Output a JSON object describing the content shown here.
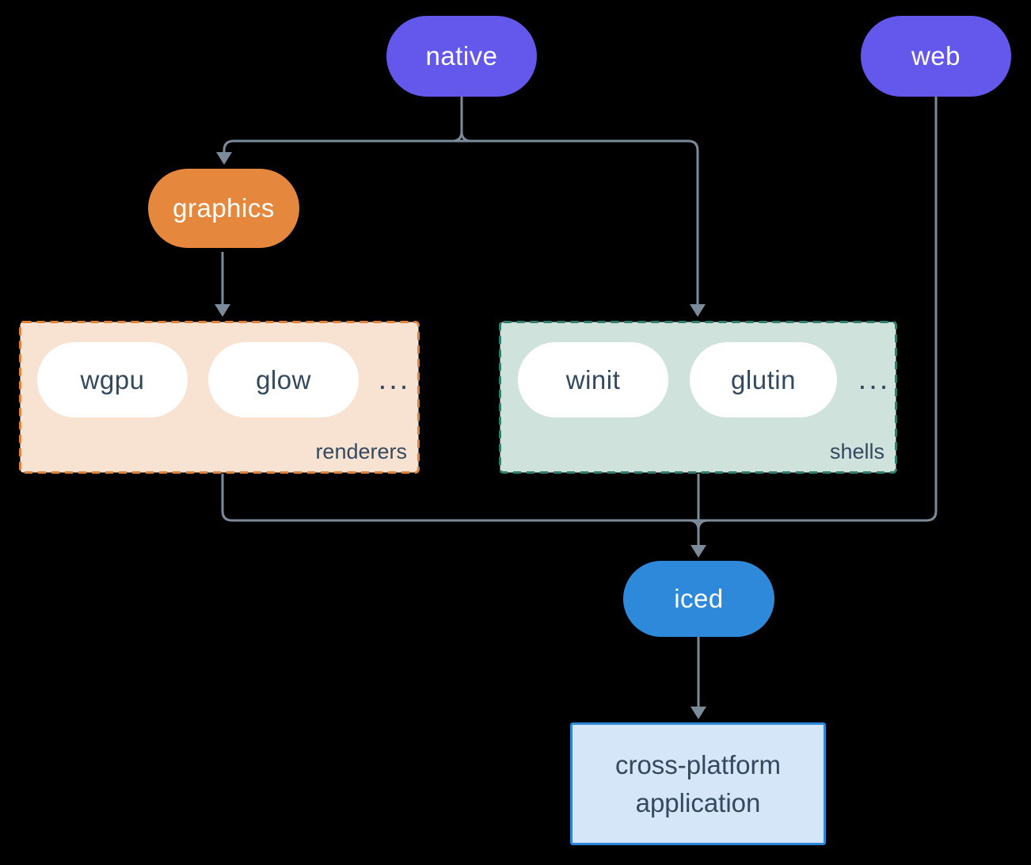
{
  "diagram": {
    "nodes": {
      "native": {
        "label": "native"
      },
      "web": {
        "label": "web"
      },
      "graphics": {
        "label": "graphics"
      },
      "wgpu": {
        "label": "wgpu"
      },
      "glow": {
        "label": "glow"
      },
      "winit": {
        "label": "winit"
      },
      "glutin": {
        "label": "glutin"
      },
      "iced": {
        "label": "iced"
      },
      "application": {
        "label": "cross-platform\napplication"
      }
    },
    "groups": {
      "renderers": {
        "label": "renderers",
        "more": "..."
      },
      "shells": {
        "label": "shells",
        "more": "..."
      }
    },
    "colors": {
      "background": "#000000",
      "native_web_pill": "#6457EB",
      "graphics_pill": "#E5873D",
      "iced_pill": "#2E89DB",
      "white_pill": "#FFFFFF",
      "renderers_fill": "#F8E3D2",
      "renderers_border": "#E08138",
      "shells_fill": "#D0E2DC",
      "shells_border": "#2F7E6E",
      "application_fill": "#D4E6F7",
      "application_border": "#2E86D8",
      "connector": "#7B8B99",
      "dark_text": "#34495E",
      "light_text": "#FFFFFF"
    }
  }
}
